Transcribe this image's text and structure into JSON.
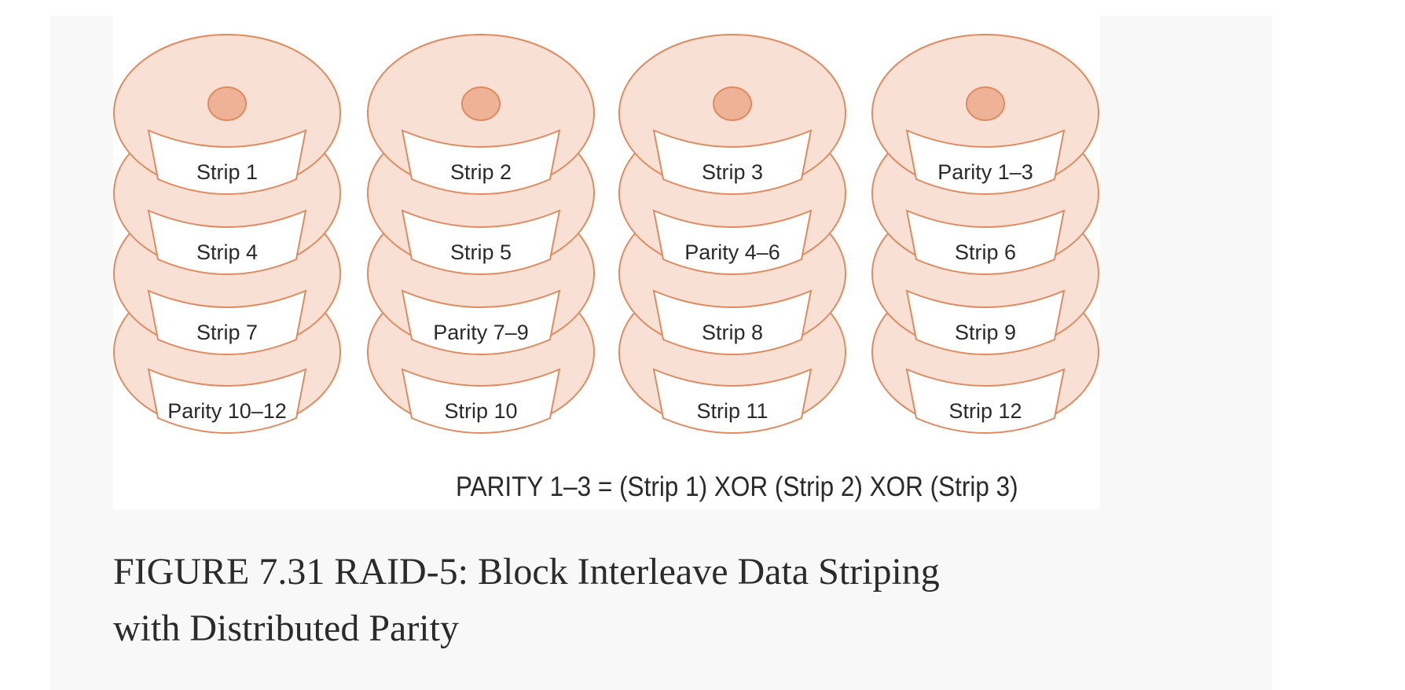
{
  "figure": {
    "disks": [
      {
        "strips": [
          "Strip 1",
          "Strip 4",
          "Strip 7",
          "Parity 10–12"
        ]
      },
      {
        "strips": [
          "Strip 2",
          "Strip 5",
          "Parity 7–9",
          "Strip 10"
        ]
      },
      {
        "strips": [
          "Strip 3",
          "Parity 4–6",
          "Strip 8",
          "Strip 11"
        ]
      },
      {
        "strips": [
          "Parity 1–3",
          "Strip 6",
          "Strip 9",
          "Strip 12"
        ]
      }
    ],
    "formula": "PARITY 1–3 = (Strip 1) XOR (Strip 2) XOR (Strip 3)",
    "colors": {
      "platter_fill": "#f8e0d4",
      "platter_stroke": "#e08a5e",
      "hub_fill": "#eeb397",
      "strip_fill": "#ffffff"
    }
  },
  "caption": {
    "line1": "FIGURE 7.31 RAID-5: Block Interleave Data Striping",
    "line2": "with Distributed Parity"
  }
}
